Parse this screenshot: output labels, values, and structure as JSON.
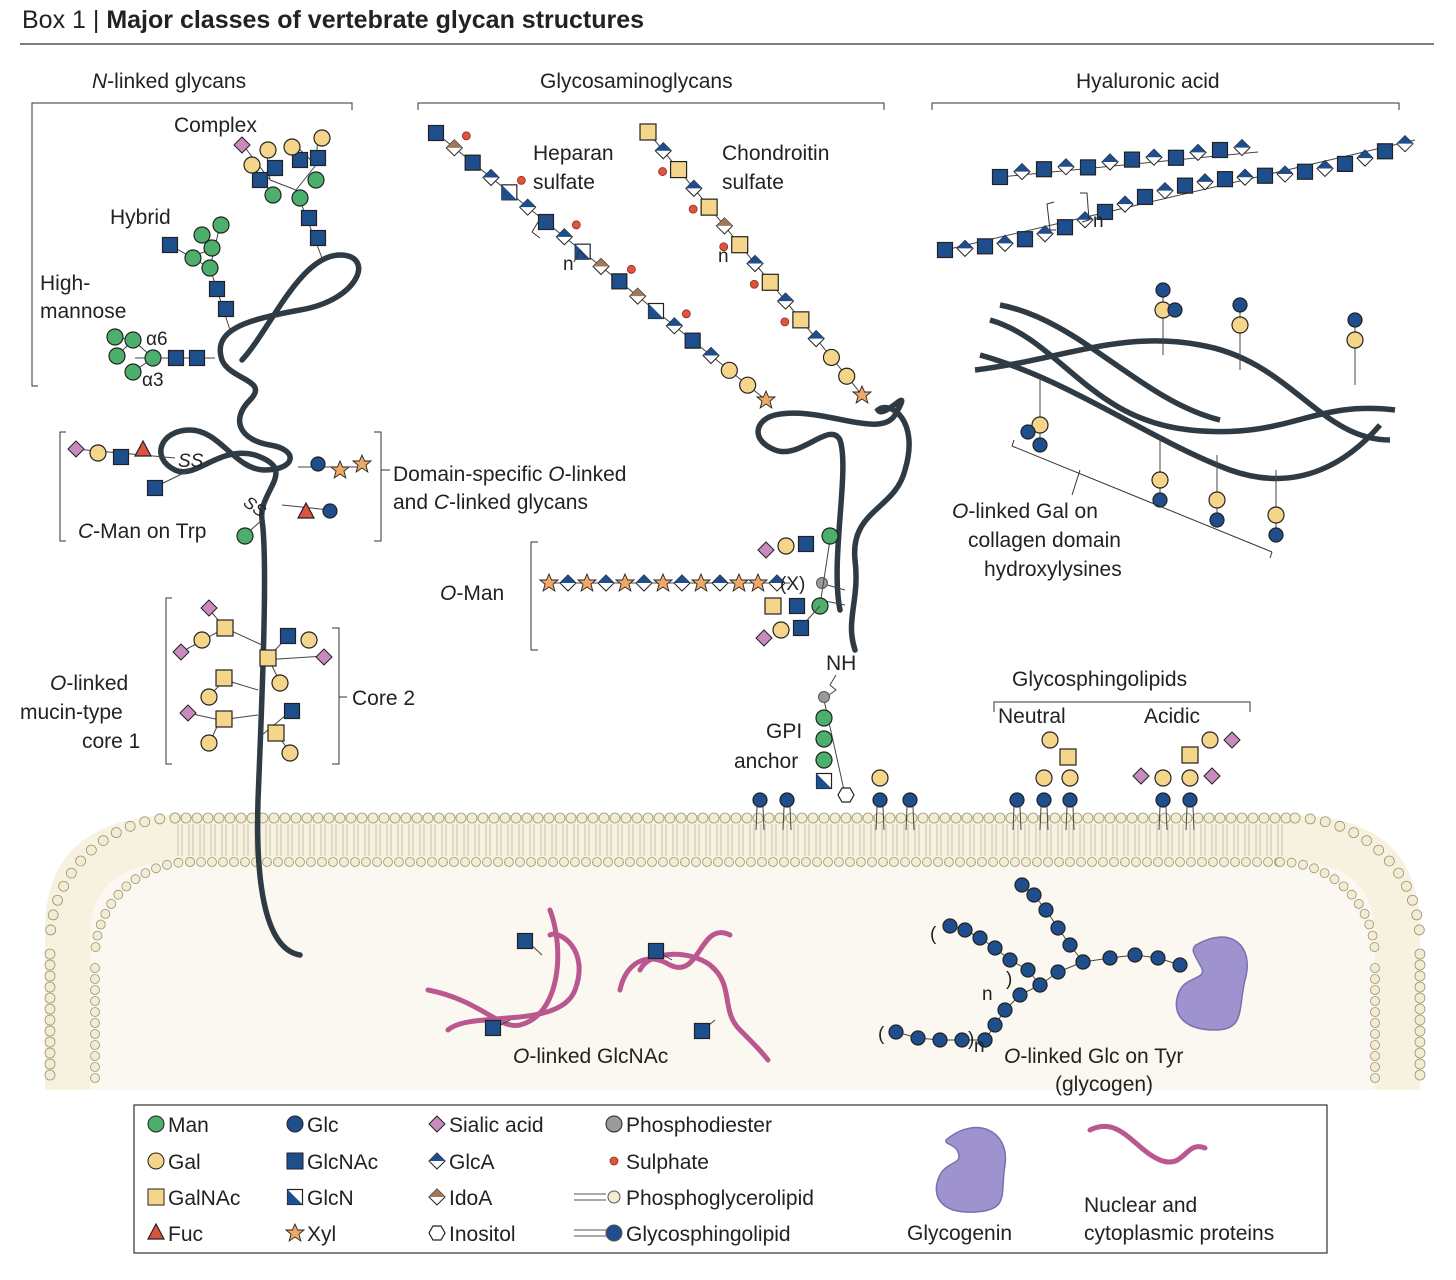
{
  "header": {
    "box_label": "Box 1 |",
    "title": "Major classes of vertebrate glycan structures"
  },
  "sections": {
    "n_linked": {
      "title_italic": "N",
      "title_rest": "-linked glycans",
      "complex": "Complex",
      "hybrid": "Hybrid",
      "high_mannose_1": "High-",
      "high_mannose_2": "mannose",
      "alpha6": "α6",
      "alpha3": "α3"
    },
    "domain_specific": {
      "line1_a": "Domain-specific ",
      "line1_italic": "O",
      "line1_b": "-linked",
      "line2_a": "and ",
      "line2_italic": "C",
      "line2_b": "-linked glycans",
      "ss": "SS",
      "c_man_italic": "C",
      "c_man_rest": "-Man on Trp"
    },
    "mucin": {
      "o_italic": "O",
      "o_rest": "-linked",
      "line2": "mucin-type",
      "line3": "core 1",
      "core2": "Core 2"
    },
    "gag": {
      "title": "Glycosaminoglycans",
      "heparan_1": "Heparan",
      "heparan_2": "sulfate",
      "chondroitin_1": "Chondroitin",
      "chondroitin_2": "sulfate",
      "n": "n"
    },
    "o_man": {
      "o_italic": "O",
      "o_rest": "-Man",
      "x": "(X)"
    },
    "gpi": {
      "nh": "NH",
      "line1": "GPI",
      "line2": "anchor"
    },
    "hyaluronic": {
      "title": "Hyaluronic acid",
      "n": "n"
    },
    "collagen": {
      "line1_italic": "O",
      "line1_rest": "-linked Gal on",
      "line2": "collagen domain",
      "line3": "hydroxylysines"
    },
    "gsl": {
      "title": "Glycosphingolipids",
      "neutral": "Neutral",
      "acidic": "Acidic"
    },
    "glcnac": {
      "o_italic": "O",
      "o_rest": "-linked GlcNAc"
    },
    "glycogen": {
      "o_italic": "O",
      "o_rest": "-linked Glc on Tyr",
      "line2": "(glycogen)",
      "n": "n"
    }
  },
  "legend": {
    "items": [
      {
        "label": "Man",
        "icon": "circle",
        "color": "#4caf6b"
      },
      {
        "label": "Gal",
        "icon": "circle",
        "color": "#f5d58a"
      },
      {
        "label": "GalNAc",
        "icon": "square",
        "color": "#f5d58a"
      },
      {
        "label": "Fuc",
        "icon": "triangle",
        "color": "#d9553f"
      },
      {
        "label": "Glc",
        "icon": "circle",
        "color": "#1f4e8c"
      },
      {
        "label": "GlcNAc",
        "icon": "square",
        "color": "#1f4e8c"
      },
      {
        "label": "GlcN",
        "icon": "half-square",
        "color": "#1f4e8c"
      },
      {
        "label": "Xyl",
        "icon": "star",
        "color": "#f0a866"
      },
      {
        "label": "Sialic acid",
        "icon": "diamond",
        "color": "#c98bbd"
      },
      {
        "label": "GlcA",
        "icon": "half-diamond",
        "color": "#1f4e8c"
      },
      {
        "label": "IdoA",
        "icon": "half-diamond",
        "color": "#a0785a"
      },
      {
        "label": "Inositol",
        "icon": "hexagon",
        "color": "#ffffff"
      },
      {
        "label": "Phosphodiester",
        "icon": "circle",
        "color": "#9a9a9a"
      },
      {
        "label": "Sulphate",
        "icon": "small-circle",
        "color": "#e0533d"
      },
      {
        "label": "Phosphoglycerolipid",
        "icon": "lipid",
        "color": "#f3ecd2"
      },
      {
        "label": "Glycosphingolipid",
        "icon": "lipid-circle",
        "color": "#1f4e8c"
      }
    ],
    "glycogenin": "Glycogenin",
    "proteins_1": "Nuclear and",
    "proteins_2": "cytoplasmic proteins"
  },
  "colors": {
    "man": "#4caf6b",
    "gal": "#f5d58a",
    "glc": "#1f4e8c",
    "fuc": "#d9553f",
    "sia": "#c98bbd",
    "xyl": "#f0a866",
    "ido": "#a0785a",
    "protein": "#2f3b44",
    "membrane": "#f3ecd2",
    "glycogenin": "#9f93cf",
    "nuclear_protein": "#b9578e"
  }
}
